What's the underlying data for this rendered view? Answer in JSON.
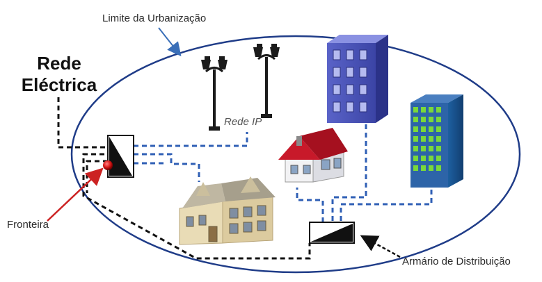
{
  "labels": {
    "urbanization_boundary": "Limite da Urbanização",
    "power_grid_line1": "Rede",
    "power_grid_line2": "Eléctrica",
    "ip_network": "Rede IP",
    "frontier": "Fronteira",
    "distribution_cabinet": "Armário de Distribuição"
  },
  "legend_styles": {
    "power_line": {
      "color": "#111111",
      "style": "dashed"
    },
    "ip_line": {
      "color": "#2f5fb5",
      "style": "dashed"
    },
    "boundary": {
      "color": "#1f3c88",
      "style": "solid"
    },
    "frontier_marker": {
      "color": "#cc1111"
    }
  }
}
